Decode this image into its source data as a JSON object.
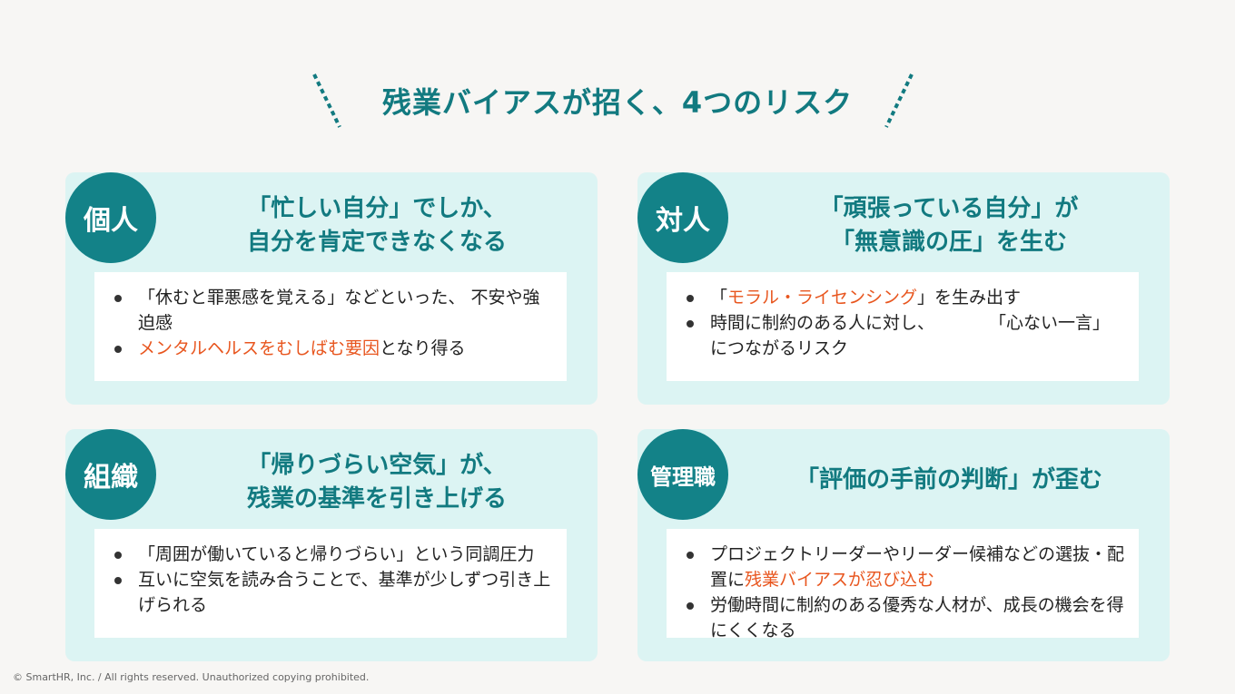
{
  "slide": {
    "title": "残業バイアスが招く、4つのリスク",
    "copyright": "© SmartHR, Inc. / All rights reserved. Unauthorized copying prohibited."
  },
  "colors": {
    "accent": "#127a80",
    "badge": "#138288",
    "card_bg": "#dcf4f3",
    "highlight": "#e8561f",
    "background": "#f7f6f4"
  },
  "cards": [
    {
      "badge": "個人",
      "heading": [
        "「忙しい自分」でしか、",
        "自分を肯定できなくなる"
      ],
      "bullets": [
        {
          "pre": "「休むと罪悪感を覚える」などといった、 不安や強迫感",
          "hl": "",
          "post": ""
        },
        {
          "pre": "",
          "hl": "メンタルヘルスをむしばむ要因",
          "post": "となり得る"
        }
      ]
    },
    {
      "badge": "対人",
      "heading": [
        "「頑張っている自分」が",
        "「無意識の圧」を生む"
      ],
      "bullets": [
        {
          "pre": "「",
          "hl": "モラル・ライセンシング",
          "post": "」を生み出す"
        },
        {
          "pre": "時間に制約のある人に対し、",
          "post2": "「心ない一言」につながるリスク"
        }
      ]
    },
    {
      "badge": "組織",
      "heading": [
        "「帰りづらい空気」が、",
        "残業の基準を引き上げる"
      ],
      "bullets": [
        {
          "pre": "「周囲が働いていると帰りづらい」という同調圧力",
          "hl": "",
          "post": ""
        },
        {
          "pre": "互いに空気を読み合うことで、基準が少しずつ引き上げられる",
          "hl": "",
          "post": ""
        }
      ]
    },
    {
      "badge": "管理職",
      "heading": [
        "「評価の手前の判断」が歪む"
      ],
      "bullets": [
        {
          "pre": "プロジェクトリーダーやリーダー候補などの選抜・配置に",
          "hl": "残業バイアスが忍び込む",
          "post": ""
        },
        {
          "pre": "労働時間に制約のある優秀な人材が、成長の機会を得にくくなる",
          "hl": "",
          "post": ""
        }
      ]
    }
  ]
}
